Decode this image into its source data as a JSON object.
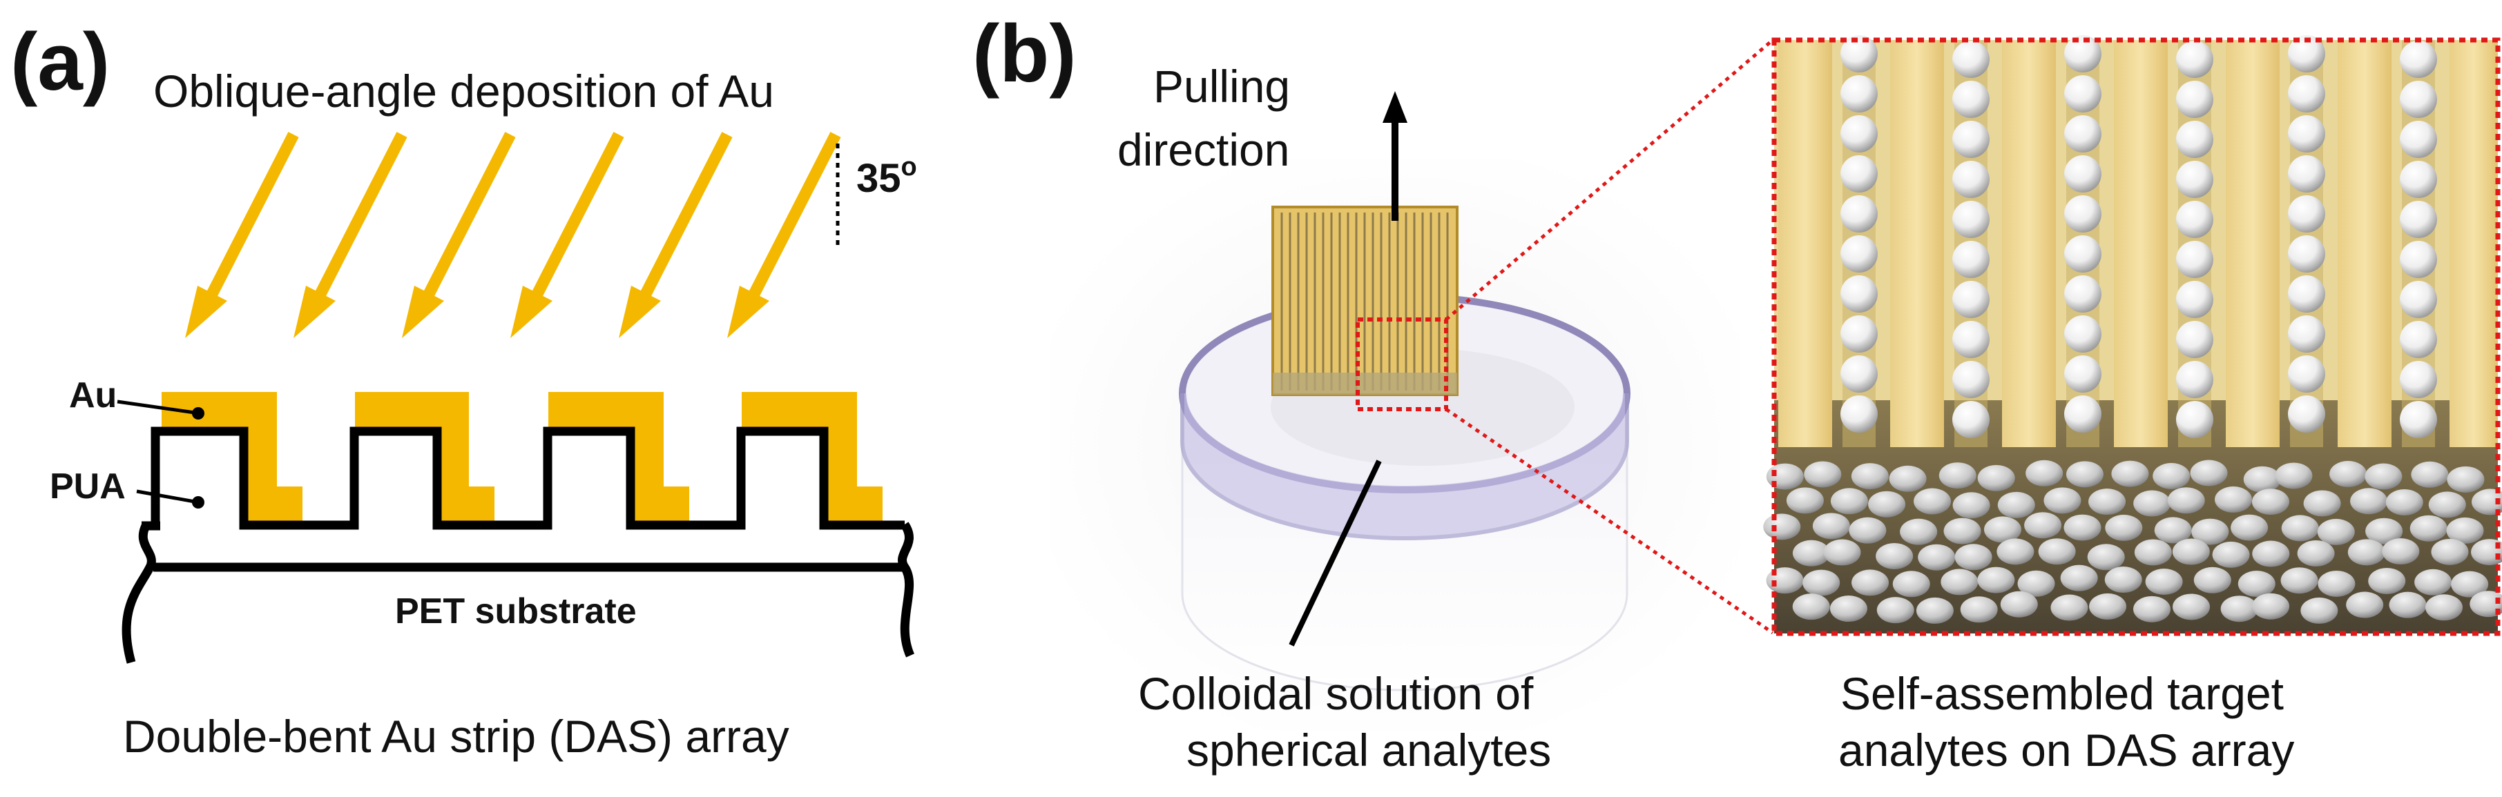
{
  "panel_a": {
    "label": "(a)",
    "title": "Oblique-angle deposition of Au",
    "angle": "35",
    "angle_unit": "o",
    "label_au": "Au",
    "label_pua": "PUA",
    "substrate": "PET substrate",
    "caption": "Double-bent Au strip (DAS) array"
  },
  "panel_b": {
    "label": "(b)",
    "pulling_line1": "Pulling",
    "pulling_line2": "direction",
    "colloid_line1": "Colloidal solution of",
    "colloid_line2": "spherical analytes",
    "assembled_line1": "Self-assembled target",
    "assembled_line2": "analytes on DAS array"
  },
  "colors": {
    "gold": "#F5B800",
    "gold_light": "#F3DFA0",
    "zoom_box": "#E01818",
    "outline": "#000000"
  }
}
